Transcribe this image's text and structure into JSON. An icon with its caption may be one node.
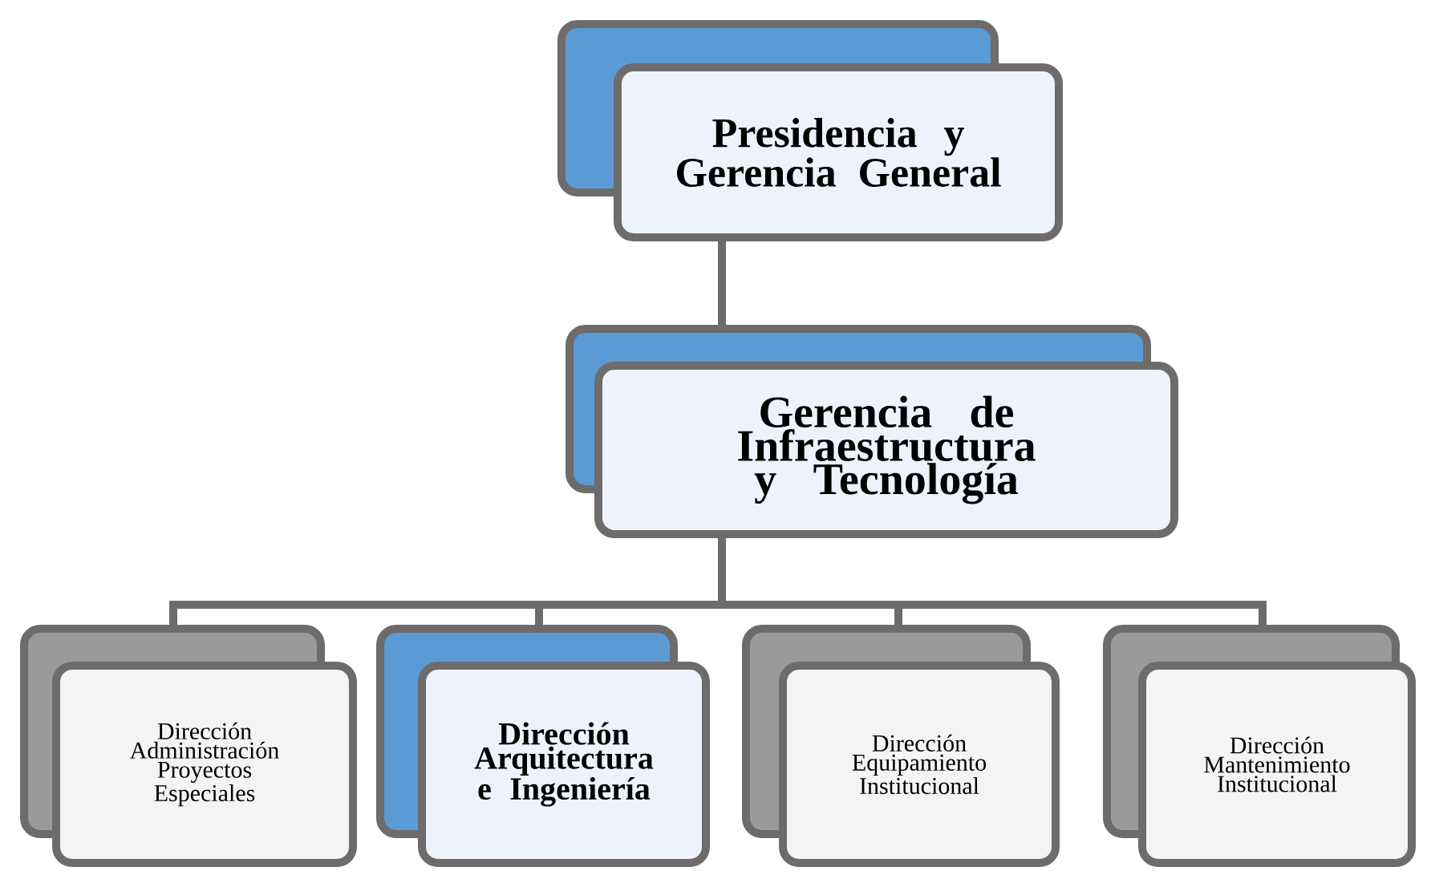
{
  "diagram": {
    "nodes": [
      {
        "text": [
          "Presidencia y Gerencia General"
        ]
      },
      {
        "text": [
          "Gerencia de Infraestructura y Tecnología"
        ]
      },
      {
        "text": [
          "Dirección Administración Proyectos Especiales"
        ]
      },
      {
        "text": [
          "Dirección Arquitectura e Ingeniería"
        ]
      },
      {
        "text": [
          "Dirección Equipamiento Institucional"
        ]
      },
      {
        "text": [
          "Dirección Mantenimiento Institucional"
        ]
      }
    ],
    "edges": [
      {
        "from": 0,
        "to": 1,
        "arrow": "none"
      },
      {
        "from": 1,
        "to": 2,
        "arrow": "none"
      },
      {
        "from": 1,
        "to": 3,
        "arrow": "none"
      },
      {
        "from": 1,
        "to": 4,
        "arrow": "none"
      },
      {
        "from": 1,
        "to": 5,
        "arrow": "none"
      }
    ]
  }
}
